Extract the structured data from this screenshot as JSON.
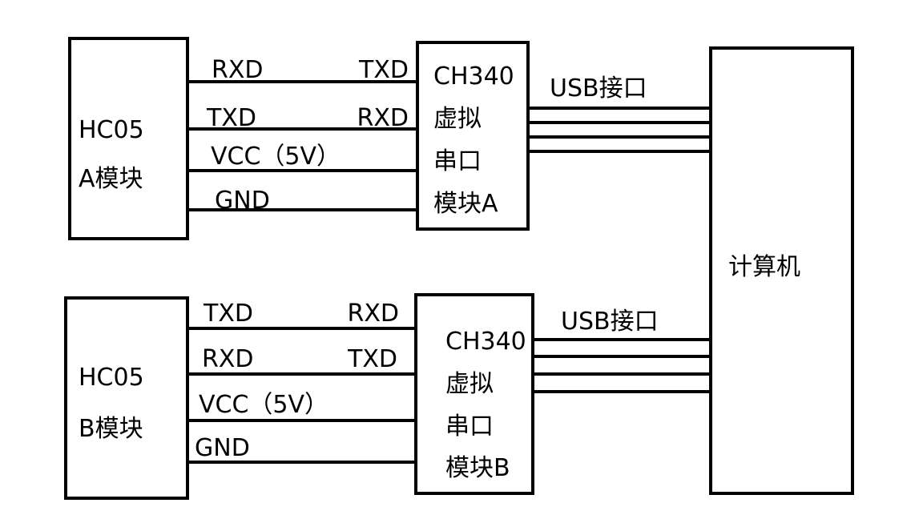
{
  "hc05_a": {
    "line1": "HC05",
    "line2": "A模块"
  },
  "hc05_b": {
    "line1": "HC05",
    "line2": "B模块"
  },
  "ch340_a": {
    "line1": "CH340",
    "line2": "虚拟",
    "line3": "串口",
    "line4": "模块A"
  },
  "ch340_b": {
    "line1": "CH340",
    "line2": "虚拟",
    "line3": "串口",
    "line4": "模块B"
  },
  "computer": {
    "label": "计算机"
  },
  "link_a": [
    {
      "left": "RXD",
      "right": "TXD"
    },
    {
      "left": "TXD",
      "right": "RXD"
    },
    {
      "left": "VCC（5V）",
      "right": ""
    },
    {
      "left": "GND",
      "right": ""
    }
  ],
  "link_b": [
    {
      "left": "TXD",
      "right": "RXD"
    },
    {
      "left": "RXD",
      "right": "TXD"
    },
    {
      "left": "VCC（5V）",
      "right": ""
    },
    {
      "left": "GND",
      "right": ""
    }
  ],
  "usb_a": {
    "label": "USB接口"
  },
  "usb_b": {
    "label": "USB接口"
  }
}
